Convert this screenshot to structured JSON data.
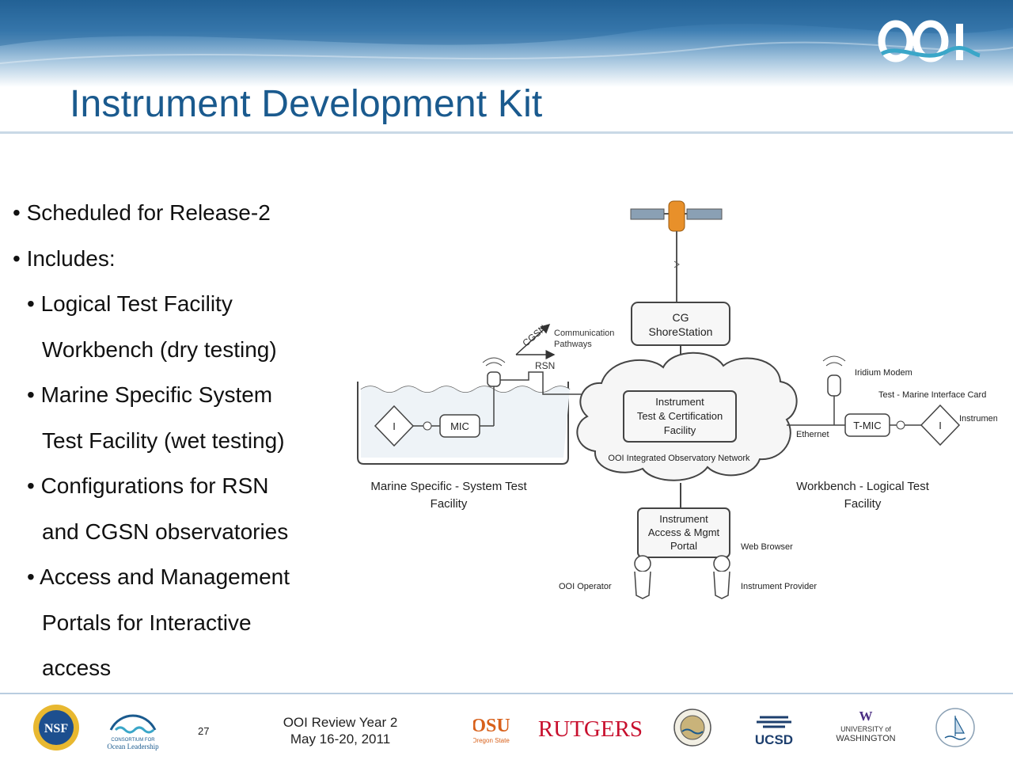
{
  "header": {
    "title": "Instrument Development Kit",
    "logo_text": "OOI"
  },
  "bullets": [
    {
      "level": 1,
      "lines": [
        "• Scheduled for Release-2"
      ]
    },
    {
      "level": 1,
      "lines": [
        "• Includes:"
      ]
    },
    {
      "level": 2,
      "lines": [
        "• Logical Test Facility",
        "Workbench (dry testing)"
      ]
    },
    {
      "level": 2,
      "lines": [
        "• Marine Specific System",
        "Test Facility (wet testing)"
      ]
    },
    {
      "level": 2,
      "lines": [
        "• Configurations for RSN",
        "and CGSN observatories"
      ]
    },
    {
      "level": 2,
      "lines": [
        "• Access and Management",
        "Portals for Interactive",
        "access"
      ]
    }
  ],
  "diagram": {
    "cg_shore_station": [
      "CG",
      "ShoreStation"
    ],
    "cgsn": "CGSN",
    "rsn": "RSN",
    "communication_pathways": [
      "Communication",
      "Pathways"
    ],
    "instrument_test_facility": [
      "Instrument",
      "Test & Certification",
      "Facility"
    ],
    "network": "OOI Integrated Observatory Network",
    "iridium_modem": "Iridium Modem",
    "test_marine_interface_card": "Test - Marine Interface Card",
    "instrument": "Instrument",
    "ethernet": "Ethernet",
    "t_mic": "T-MIC",
    "mic": "MIC",
    "instrument_symbol": "I",
    "marine_facility": [
      "Marine Specific - System Test",
      "Facility"
    ],
    "workbench_facility": [
      "Workbench - Logical Test",
      "Facility"
    ],
    "portal": [
      "Instrument",
      "Access & Mgmt",
      "Portal"
    ],
    "web_browser": "Web Browser",
    "ooi_operator": "OOI Operator",
    "instrument_provider": "Instrument Provider"
  },
  "footer": {
    "page_number": "27",
    "review_lines": [
      "OOI Review Year 2",
      "May 16-20, 2011"
    ],
    "logos": {
      "nsf": "NSF",
      "consortium_line1": "CONSORTIUM FOR",
      "consortium_line2": "Ocean Leadership",
      "osu_short": "OSU",
      "osu_full": "Oregon State",
      "rutgers": "RUTGERS",
      "ucsd": "UCSD",
      "uw_mark": "W",
      "uw_line1": "UNIVERSITY of",
      "uw_line2": "WASHINGTON"
    }
  },
  "colors": {
    "title": "#1a5a8e",
    "header_dark": "#1d5a8c",
    "diagram_stroke": "#555555"
  }
}
